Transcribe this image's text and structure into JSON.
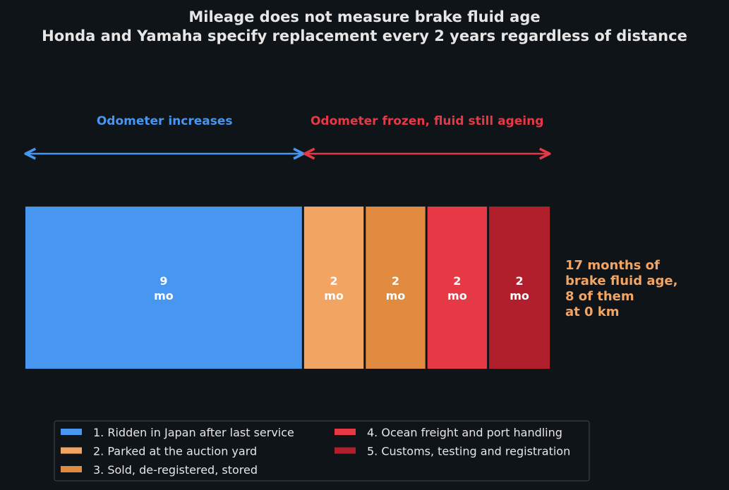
{
  "chart_data": {
    "type": "bar",
    "orientation": "horizontal-stacked",
    "title": "Mileage does not measure brake fluid age",
    "subtitle": "Honda and Yamaha specify replacement every 2 years regardless of distance",
    "unit": "mo",
    "series": [
      {
        "name": "1. Ridden in Japan after last service",
        "value": 9,
        "color": "#4796f0",
        "odometer": "increasing"
      },
      {
        "name": "2. Parked at the auction yard",
        "value": 2,
        "color": "#f2a463",
        "odometer": "frozen"
      },
      {
        "name": "3. Sold, de-registered, stored",
        "value": 2,
        "color": "#e08b40",
        "odometer": "frozen"
      },
      {
        "name": "4. Ocean freight and port handling",
        "value": 2,
        "color": "#e63946",
        "odometer": "frozen"
      },
      {
        "name": "5. Customs, testing and registration",
        "value": 2,
        "color": "#b01f2b",
        "odometer": "frozen"
      }
    ],
    "phases": [
      {
        "label": "Odometer increases",
        "color": "#4796f0"
      },
      {
        "label": "Odometer frozen, fluid still ageing",
        "color": "#e63946"
      }
    ],
    "callout": {
      "lines": [
        "17 months of",
        "brake fluid age,",
        "8 of them",
        "at 0 km"
      ],
      "color": "#f2a463"
    },
    "legend": {
      "position": "bottom",
      "columns": 2
    }
  }
}
